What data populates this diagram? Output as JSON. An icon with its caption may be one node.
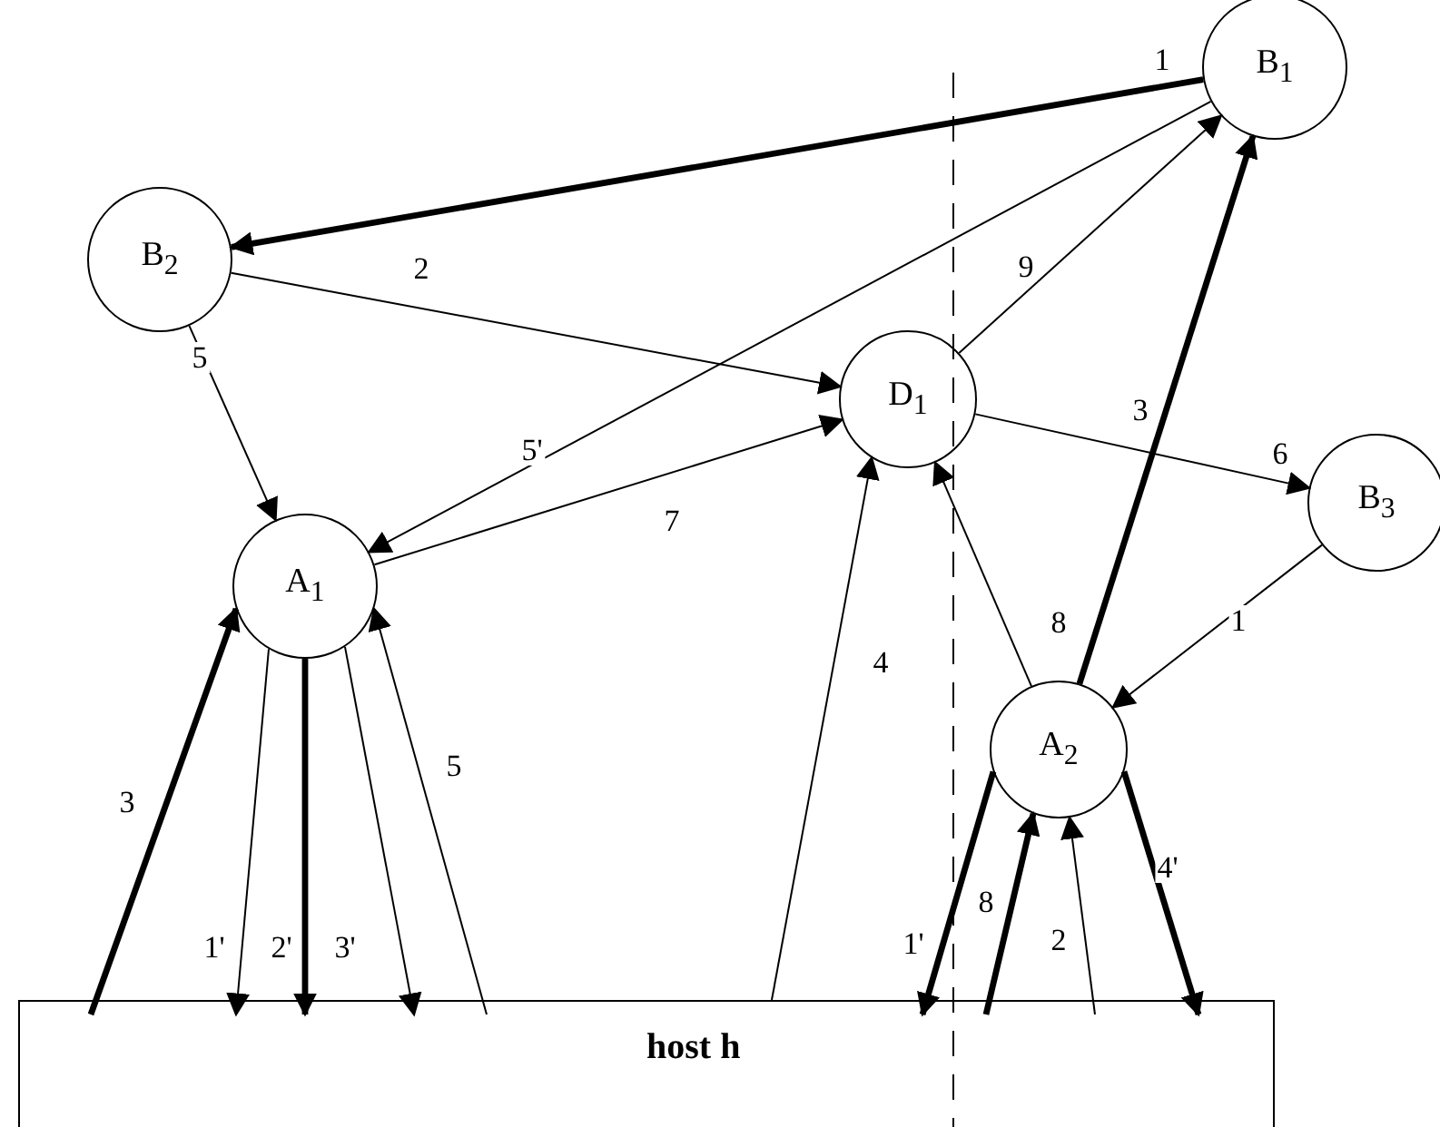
{
  "diagram": {
    "nodes": [
      {
        "text": [
          "B$_{1}$"
        ]
      },
      {
        "text": [
          "B$_{2}$"
        ]
      },
      {
        "text": [
          "D$_{1}$"
        ]
      },
      {
        "text": [
          "B$_{3}$"
        ]
      },
      {
        "text": [
          "A$_{1}$"
        ]
      },
      {
        "text": [
          "A$_{2}$"
        ]
      },
      {
        "text": [
          "host h"
        ]
      }
    ],
    "edges": [
      {
        "from": 0,
        "to": 1,
        "arrow": "to",
        "label": "1",
        "style": "thick"
      },
      {
        "from": 1,
        "to": 2,
        "arrow": "to",
        "label": "2"
      },
      {
        "from": 1,
        "to": 4,
        "arrow": "to",
        "label": "5"
      },
      {
        "from": 0,
        "to": 4,
        "arrow": "to",
        "label": "5'"
      },
      {
        "from": 4,
        "to": 2,
        "arrow": "to",
        "label": "7"
      },
      {
        "from": 2,
        "to": 0,
        "arrow": "to",
        "label": "9"
      },
      {
        "from": 2,
        "to": 3,
        "arrow": "to",
        "label": "6"
      },
      {
        "from": 5,
        "to": 0,
        "arrow": "to",
        "label": "3",
        "style": "thick"
      },
      {
        "from": 3,
        "to": 5,
        "arrow": "to",
        "label": "1"
      },
      {
        "from": 5,
        "to": 2,
        "arrow": "to",
        "label": "8"
      },
      {
        "from": 6,
        "to": 2,
        "arrow": "to",
        "label": "4"
      },
      {
        "from": 6,
        "to": 4,
        "arrow": "to",
        "label": "3",
        "style": "thick"
      },
      {
        "from": 4,
        "to": 6,
        "arrow": "to",
        "label": "1'"
      },
      {
        "from": 4,
        "to": 6,
        "arrow": "to",
        "label": "2'",
        "style": "thick"
      },
      {
        "from": 4,
        "to": 6,
        "arrow": "to",
        "label": "3'"
      },
      {
        "from": 6,
        "to": 4,
        "arrow": "to",
        "label": "5"
      },
      {
        "from": 5,
        "to": 6,
        "arrow": "to",
        "label": "1'",
        "style": "thick"
      },
      {
        "from": 6,
        "to": 5,
        "arrow": "to",
        "label": "8",
        "style": "thick"
      },
      {
        "from": 6,
        "to": 5,
        "arrow": "to",
        "label": "2"
      },
      {
        "from": 5,
        "to": 6,
        "arrow": "to",
        "label": "4'",
        "style": "thick"
      }
    ]
  }
}
